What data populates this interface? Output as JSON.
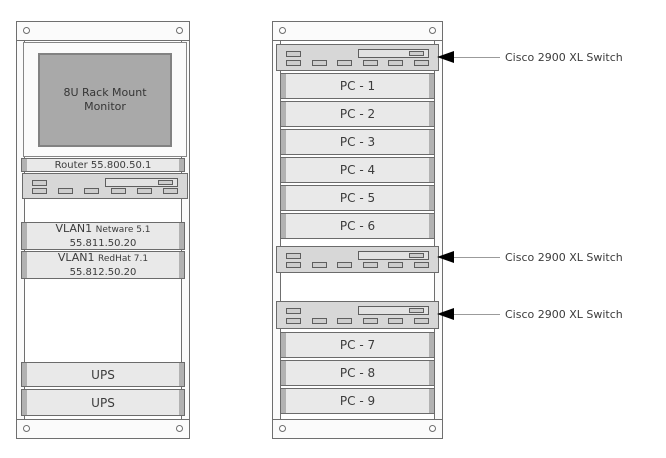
{
  "left_rack": {
    "monitor": {
      "line1": "8U Rack Mount",
      "line2": "Monitor"
    },
    "router_label": "Router 55.800.50.1",
    "servers": [
      {
        "name": "VLAN1",
        "os": "Netware 5.1",
        "ip": "55.811.50.20"
      },
      {
        "name": "VLAN1",
        "os": "RedHat 7.1",
        "ip": "55.812.50.20"
      }
    ],
    "ups": [
      "UPS",
      "UPS"
    ]
  },
  "right_rack": {
    "pcs": [
      "PC - 1",
      "PC - 2",
      "PC - 3",
      "PC - 4",
      "PC - 5",
      "PC - 6",
      "PC - 7",
      "PC - 8",
      "PC - 9"
    ]
  },
  "annotations": [
    "Cisco 2900 XL Switch",
    "Cisco 2900 XL Switch",
    "Cisco 2900 XL Switch"
  ],
  "colors": {
    "rack_fill": "#fbfbfb",
    "rack_border": "#6f6f6f",
    "equipment_fill": "#e9e9e9",
    "ear_fill": "#b2b2b2",
    "switch_fill": "#d7d7d7",
    "port_fill": "#cdcdcd",
    "screen_fill": "#a9a9a9",
    "text": "#3c3c3c",
    "arrow_head": "#000000",
    "arrow_line": "#9b9b9b"
  }
}
